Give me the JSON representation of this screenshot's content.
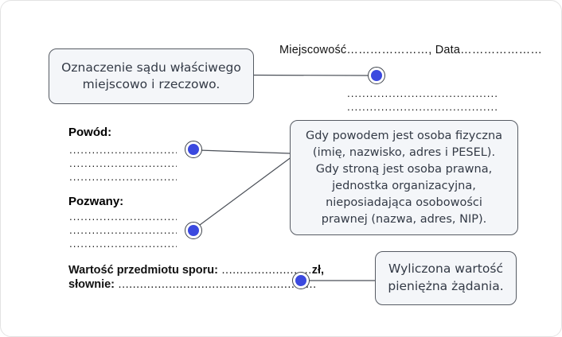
{
  "colors": {
    "accent_blue": "#3b49df",
    "callout_fill": "#f4f6f9",
    "callout_border": "#565b63",
    "callout_text": "#333a46",
    "connector_line": "#4a4f57",
    "document_text": "#121212"
  },
  "callouts": {
    "court": {
      "text": "Oznaczenie sądu właściwego miejscowo i rzeczowo."
    },
    "parties": {
      "text": "Gdy powodem jest osoba fizyczna (imię, nazwisko, adres i PESEL). Gdy stroną jest osoba prawna, jednostka organizacyjna, nieposiadająca osobowości prawnej (nazwa, adres, NIP)."
    },
    "value": {
      "text": "Wyliczona wartość pieniężna żądania."
    }
  },
  "document": {
    "place_date_line": "Miejscowość…………………, Data…………………",
    "address_dots": [
      "...............................................",
      "..............................................."
    ],
    "plaintiff_label": "Powód:",
    "plaintiff_lines": [
      "................................",
      "................................",
      "................................"
    ],
    "defendant_label": "Pozwany:",
    "defendant_lines": [
      "................................",
      "................................",
      "................................"
    ],
    "value_label": "Wartość przedmiotu sporu:",
    "value_dots": " .........................",
    "value_suffix": "zł,",
    "value_words_label": "słownie:",
    "value_words_dots": " ......................................................."
  }
}
